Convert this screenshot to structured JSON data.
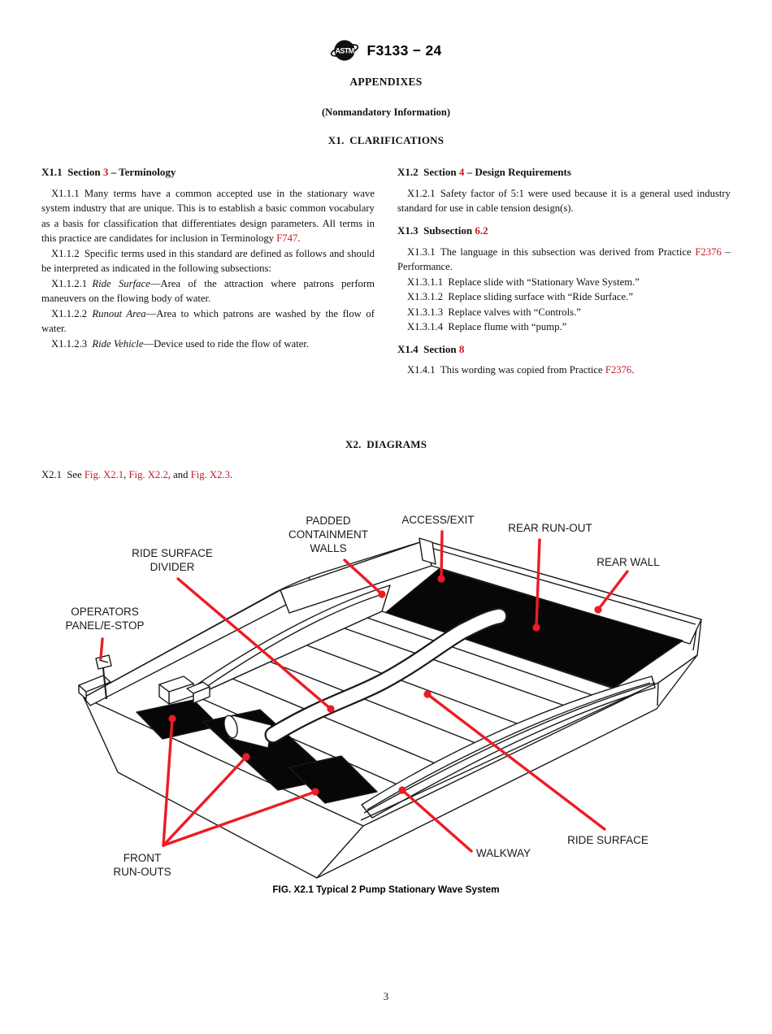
{
  "colors": {
    "link": "#c41a24",
    "leader": "#ec1c24",
    "ink": "#1a1a1a"
  },
  "header": {
    "logo_text": "ASTM",
    "standard_code": "F3133 − 24"
  },
  "titles": {
    "appendixes": "APPENDIXES",
    "nonmandatory": "(Nonmandatory Information)",
    "x1": "X1. CLARIFICATIONS",
    "x2": "X2. DIAGRAMS"
  },
  "x1": {
    "left": [
      {
        "k": "h",
        "n": "x1-1-heading",
        "seg": [
          {
            "t": "X1.1 Section ",
            "s": "b"
          },
          {
            "t": "3",
            "s": "bl"
          },
          {
            "t": " – Terminology",
            "s": "b"
          }
        ]
      },
      {
        "k": "p",
        "n": "para-x1-1-1",
        "seg": [
          {
            "t": "X1.1.1 Many terms have a common accepted use in the stationary wave system industry that are unique. This is to establish a basic common vocabulary as a basis for classification that differentiates design parameters. All terms in this practice are candidates for inclusion in Terminology "
          },
          {
            "t": "F747",
            "s": "lnk"
          },
          {
            "t": "."
          }
        ]
      },
      {
        "k": "p",
        "n": "para-x1-1-2",
        "seg": [
          {
            "t": "X1.1.2 Specific terms used in this standard are defined as follows and should be interpreted as indicated in the following subsections:"
          }
        ]
      },
      {
        "k": "p",
        "n": "para-x1-1-2-1",
        "seg": [
          {
            "t": "X1.1.2.1 "
          },
          {
            "t": "Ride Surface",
            "s": "it"
          },
          {
            "t": "—Area of the attraction where patrons perform maneuvers on the flowing body of water."
          }
        ]
      },
      {
        "k": "p",
        "n": "para-x1-1-2-2",
        "seg": [
          {
            "t": "X1.1.2.2 "
          },
          {
            "t": "Runout Area",
            "s": "it"
          },
          {
            "t": "—Area to which patrons are washed by the flow of water."
          }
        ]
      },
      {
        "k": "p",
        "n": "para-x1-1-2-3",
        "seg": [
          {
            "t": "X1.1.2.3 "
          },
          {
            "t": "Ride Vehicle",
            "s": "it"
          },
          {
            "t": "—Device used to ride the flow of water."
          }
        ]
      }
    ],
    "right": [
      {
        "k": "h",
        "n": "x1-2-heading",
        "seg": [
          {
            "t": "X1.2 Section ",
            "s": "b"
          },
          {
            "t": "4",
            "s": "bl"
          },
          {
            "t": " – Design Requirements",
            "s": "b"
          }
        ]
      },
      {
        "k": "p",
        "n": "para-x1-2-1",
        "seg": [
          {
            "t": "X1.2.1 Safety factor of 5:1 were used because it is a general used industry standard for use in cable tension design(s)."
          }
        ]
      },
      {
        "k": "h",
        "n": "x1-3-heading",
        "seg": [
          {
            "t": "X1.3 Subsection ",
            "s": "b"
          },
          {
            "t": "6.2",
            "s": "bl"
          }
        ]
      },
      {
        "k": "p",
        "n": "para-x1-3-1",
        "seg": [
          {
            "t": "X1.3.1 The language in this subsection was derived from Practice "
          },
          {
            "t": "F2376",
            "s": "lnk"
          },
          {
            "t": " – Performance."
          }
        ]
      },
      {
        "k": "p",
        "n": "para-x1-3-1-1",
        "seg": [
          {
            "t": "X1.3.1.1 Replace slide with “Stationary Wave System.”"
          }
        ]
      },
      {
        "k": "p",
        "n": "para-x1-3-1-2",
        "seg": [
          {
            "t": "X1.3.1.2 Replace sliding surface with “Ride Surface.”"
          }
        ]
      },
      {
        "k": "p",
        "n": "para-x1-3-1-3",
        "seg": [
          {
            "t": "X1.3.1.3 Replace valves with “Controls.”"
          }
        ]
      },
      {
        "k": "p",
        "n": "para-x1-3-1-4",
        "seg": [
          {
            "t": "X1.3.1.4 Replace flume with “pump.”"
          }
        ]
      },
      {
        "k": "h",
        "n": "x1-4-heading",
        "seg": [
          {
            "t": "X1.4 Section ",
            "s": "b"
          },
          {
            "t": "8",
            "s": "bl"
          }
        ]
      },
      {
        "k": "p",
        "n": "para-x1-4-1",
        "seg": [
          {
            "t": "X1.4.1 This wording was copied from Practice "
          },
          {
            "t": "F2376",
            "s": "lnk"
          },
          {
            "t": "."
          }
        ]
      }
    ]
  },
  "x2": {
    "intro": [
      {
        "t": "X2.1 See "
      },
      {
        "t": "Fig. X2.1",
        "s": "lnk"
      },
      {
        "t": ", "
      },
      {
        "t": "Fig. X2.2",
        "s": "lnk"
      },
      {
        "t": ", and "
      },
      {
        "t": "Fig. X2.3",
        "s": "lnk"
      },
      {
        "t": "."
      }
    ]
  },
  "figure": {
    "labels": {
      "padded": "PADDED\nCONTAINMENT\nWALLS",
      "access": "ACCESS/EXIT",
      "rear_runout": "REAR RUN-OUT",
      "rear_wall": "REAR WALL",
      "divider": "RIDE SURFACE\nDIVIDER",
      "operators": "OPERATORS\nPANEL/E-STOP",
      "front_runouts": "FRONT\nRUN-OUTS",
      "walkway": "WALKWAY",
      "ride_surface": "RIDE SURFACE"
    },
    "caption": "FIG. X2.1 Typical 2 Pump Stationary Wave System"
  },
  "footer": {
    "page_number": "3"
  }
}
